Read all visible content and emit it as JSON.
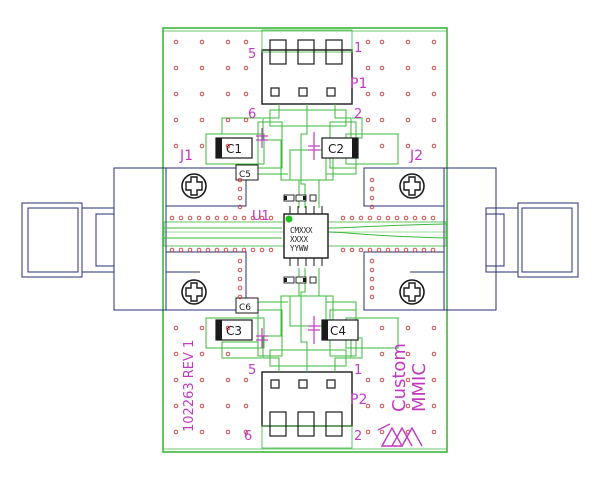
{
  "board": {
    "part_id": "102263 REV 1",
    "logo": {
      "line1": "Custom",
      "line2": "MMIC"
    }
  },
  "designators": {
    "c1": "C1",
    "c2": "C2",
    "c3": "C3",
    "c4": "C4",
    "c5": "C5",
    "c6": "C6",
    "j1": "J1",
    "j2": "J2",
    "p1": "P1",
    "p2": "P2",
    "u1": "U1"
  },
  "pins": {
    "p1_top_left": "5",
    "p1_top_right": "1",
    "p1_bottom_left": "6",
    "p1_bottom_right": "2",
    "p2_top_left": "5",
    "p2_top_right": "1",
    "p2_bottom_left": "6",
    "p2_bottom_right": "2"
  },
  "chip": {
    "line1": "CMXXX",
    "line2": "XXXX",
    "line3": "YYWW"
  },
  "colors": {
    "trace": "#3cb83c",
    "silkscreen": "#c23ac2",
    "via": "#d23a3a",
    "outline": "#2a2f7a",
    "component": "#1a1a1a",
    "pin1_dot": "#1fc31f"
  }
}
